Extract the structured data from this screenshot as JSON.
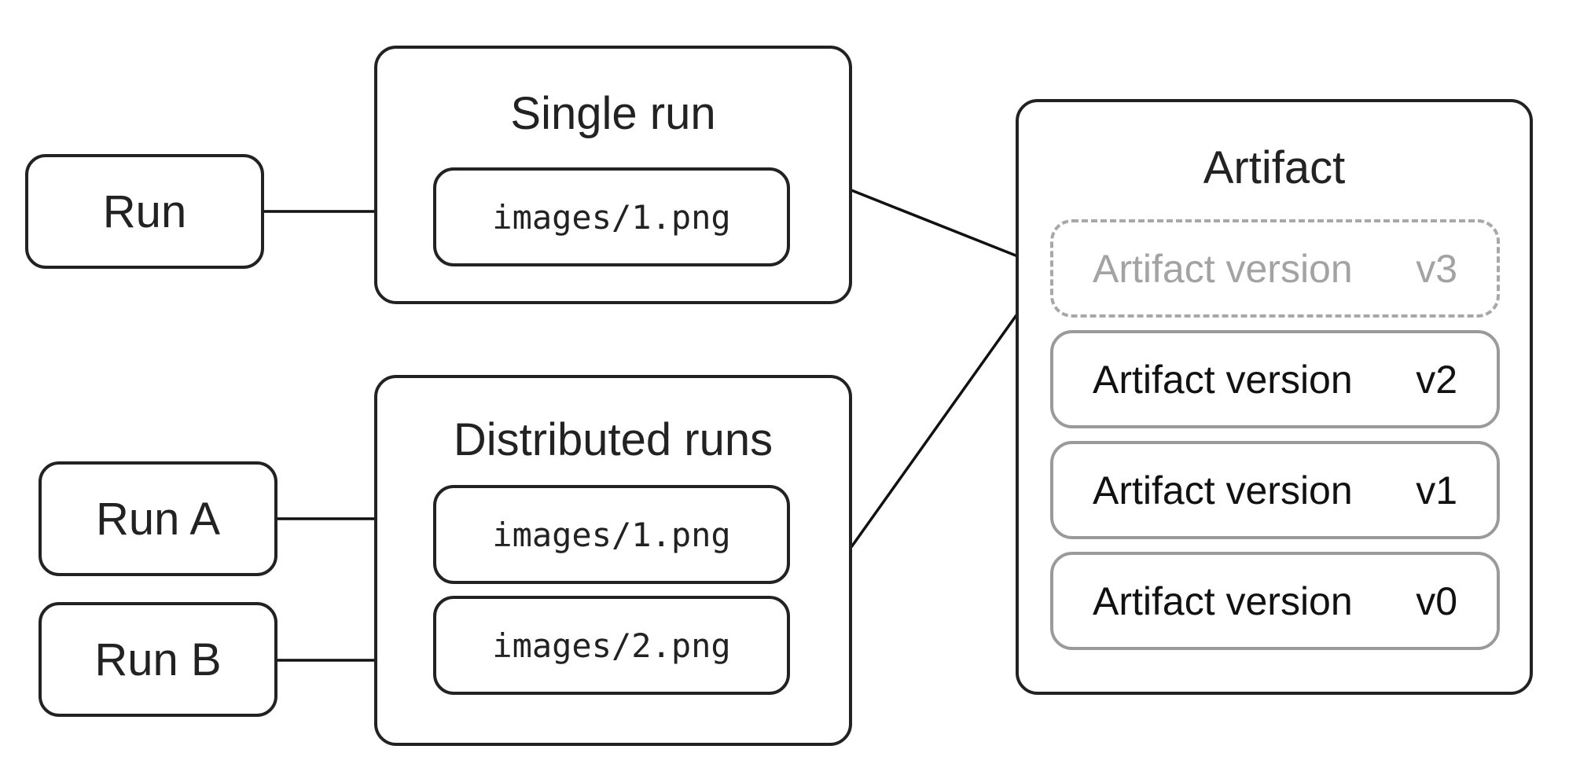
{
  "sources": {
    "single": "Run",
    "run_a": "Run A",
    "run_b": "Run B"
  },
  "groups": {
    "single_run": {
      "title": "Single run",
      "files": [
        "images/1.png"
      ]
    },
    "distributed_runs": {
      "title": "Distributed runs",
      "files": [
        "images/1.png",
        "images/2.png"
      ]
    }
  },
  "artifact": {
    "title": "Artifact",
    "versions": [
      {
        "label": "Artifact version",
        "tag": "v3",
        "state": "pending"
      },
      {
        "label": "Artifact version",
        "tag": "v2",
        "state": "committed"
      },
      {
        "label": "Artifact version",
        "tag": "v1",
        "state": "committed"
      },
      {
        "label": "Artifact version",
        "tag": "v0",
        "state": "committed"
      }
    ]
  },
  "colors": {
    "stroke": "#222222",
    "version_border": "#9a9a9a",
    "pending": "#a3a3a3"
  }
}
